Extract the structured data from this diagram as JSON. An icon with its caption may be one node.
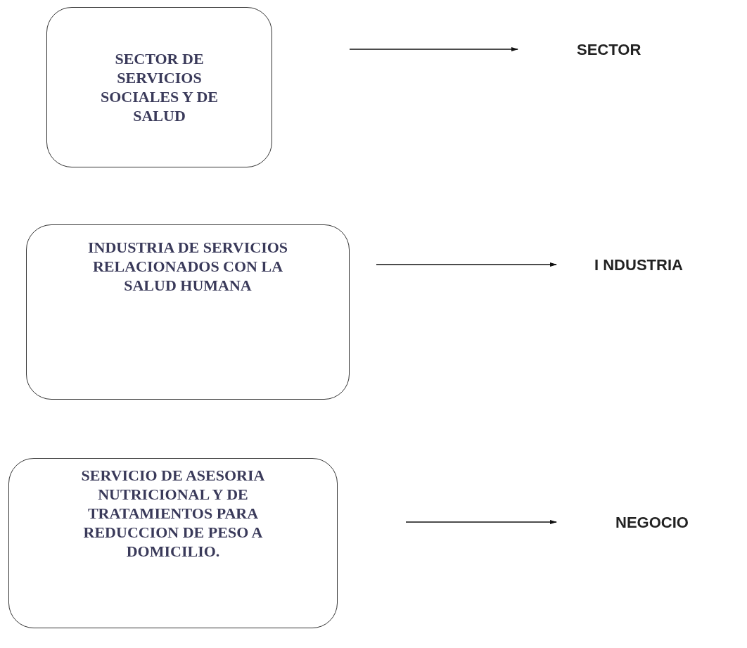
{
  "diagram": {
    "nodes": [
      {
        "text": [
          "SECTOR DE SERVICIOS SOCIALES Y DE SALUD"
        ]
      },
      {
        "text": [
          "SECTOR"
        ]
      },
      {
        "text": [
          "INDUSTRIA DE SERVICIOS RELACIONADOS CON LA SALUD HUMANA"
        ]
      },
      {
        "text": [
          "I NDUSTRIA"
        ]
      },
      {
        "text": [
          "SERVICIO DE ASESORIA NUTRICIONAL Y DE TRATAMIENTOS PARA REDUCCION DE PESO A DOMICILIO."
        ]
      },
      {
        "text": [
          "NEGOCIO"
        ]
      }
    ],
    "edges": [
      {
        "from": null,
        "to": 1,
        "arrow": "to"
      },
      {
        "from": null,
        "to": 3,
        "arrow": "to"
      },
      {
        "from": null,
        "to": 5,
        "arrow": "to"
      }
    ]
  }
}
